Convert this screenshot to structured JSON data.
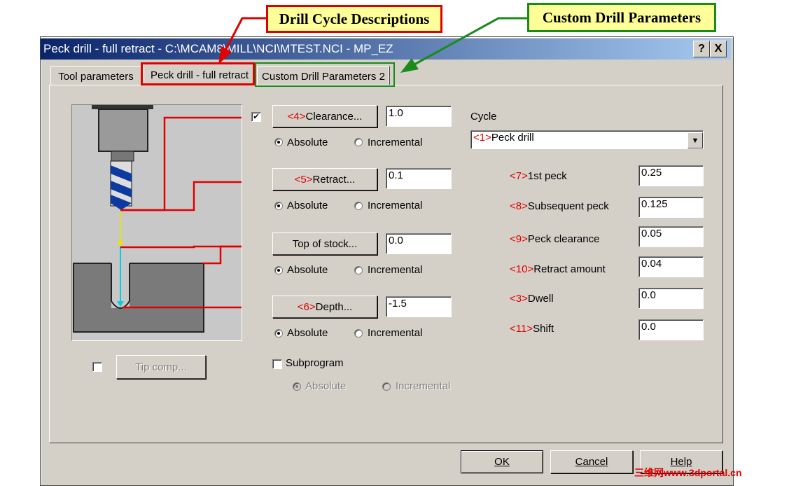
{
  "window": {
    "title": "Peck drill - full retract - C:\\MCAM8\\MILL\\NCI\\MTEST.NCI - MP_EZ",
    "help_button": "?",
    "close_button": "X"
  },
  "callouts": {
    "drill_cycle": "Drill Cycle Descriptions",
    "custom_params": "Custom Drill Parameters"
  },
  "tabs": [
    {
      "label": "Tool parameters"
    },
    {
      "label": "Peck drill - full retract"
    },
    {
      "label": "Custom Drill Parameters 2"
    }
  ],
  "clearance": {
    "checked": true,
    "num": "<4>",
    "label": "Clearance...",
    "value": "1.0",
    "absolute": "Absolute",
    "incremental": "Incremental",
    "mode": "absolute"
  },
  "retract": {
    "num": "<5>",
    "label": "Retract...",
    "value": "0.1",
    "absolute": "Absolute",
    "incremental": "Incremental",
    "mode": "absolute"
  },
  "top_of_stock": {
    "label": "Top of stock...",
    "value": "0.0",
    "absolute": "Absolute",
    "incremental": "Incremental",
    "mode": "absolute"
  },
  "depth": {
    "num": "<6>",
    "label": "Depth...",
    "value": "-1.5",
    "absolute": "Absolute",
    "incremental": "Incremental",
    "mode": "absolute"
  },
  "subprogram": {
    "checked": false,
    "label": "Subprogram",
    "absolute": "Absolute",
    "incremental": "Incremental",
    "mode": "absolute"
  },
  "tip_comp": {
    "checked": false,
    "label": "Tip comp..."
  },
  "cycle": {
    "label": "Cycle",
    "num": "<1>",
    "selected": "Peck drill"
  },
  "params": [
    {
      "num": "<7>",
      "label": "1st peck",
      "value": "0.25"
    },
    {
      "num": "<8>",
      "label": "Subsequent peck",
      "value": "0.125"
    },
    {
      "num": "<9>",
      "label": "Peck clearance",
      "value": "0.05"
    },
    {
      "num": "<10>",
      "label": "Retract amount",
      "value": "0.04"
    },
    {
      "num": "<3>",
      "label": "Dwell",
      "value": "0.0"
    },
    {
      "num": "<11>",
      "label": "Shift",
      "value": "0.0"
    }
  ],
  "footer": {
    "ok": "OK",
    "cancel": "Cancel",
    "help": "Help"
  },
  "watermark": "三维网www.3dportal.cn",
  "colors": {
    "title_start": "#0a246a",
    "title_end": "#a6caf0",
    "callout_red": "#e00000",
    "callout_green": "#1a8a1a",
    "callout_fill": "#ffff99",
    "face": "#d4d0c8"
  }
}
